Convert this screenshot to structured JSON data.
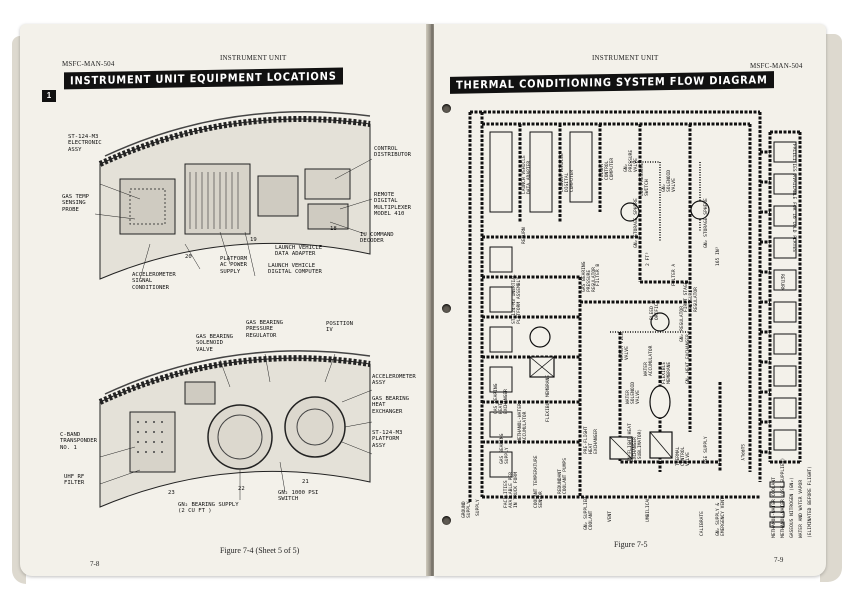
{
  "left_page": {
    "doc_id": "MSFC-MAN-504",
    "running_head": "INSTRUMENT UNIT",
    "title": "INSTRUMENT UNIT EQUIPMENT LOCATIONS",
    "sheet_marker": "1",
    "figure_caption": "Figure 7-4 (Sheet 5 of 5)",
    "page_number": "7-8",
    "upper_callouts": {
      "electronic_assy": "ST-124-M3\nELECTRONIC\nASSY",
      "gas_temp_probe": "GAS TEMP\nSENSING\nPROBE",
      "control_distributor": "CONTROL\nDISTRIBUTOR",
      "remote_multiplexer": "REMOTE\nDIGITAL\nMULTIPLEXER\nMODEL 410",
      "command_decoder": "IU COMMAND\nDECODER",
      "data_adapter": "LAUNCH VEHICLE\nDATA ADAPTER",
      "digital_computer": "LAUNCH VEHICLE\nDIGITAL COMPUTER",
      "platform_power": "PLATFORM\nAC POWER\nSUPPLY",
      "accelerometer_conditioner": "ACCELEROMETER\nSIGNAL\nCONDITIONER",
      "num_18": "18",
      "num_19": "19",
      "num_20": "20"
    },
    "lower_callouts": {
      "pressure_regulator": "GAS BEARING\nPRESSURE\nREGULATOR",
      "solenoid_valve": "GAS BEARING\nSOLENOID\nVALVE",
      "position": "POSITION\nIV",
      "accelerometer_assy": "ACCELEROMETER\nASSY",
      "heat_exchanger": "GAS BEARING\nHEAT\nEXCHANGER",
      "platform_assy": "ST-124-M3\nPLATFORM\nASSY",
      "cband_transponder": "C-BAND\nTRANSPONDER\nNO. 1",
      "uhf_filter": "UHF RF\nFILTER",
      "psi_switch": "GN₂ 1000 PSI\nSWITCH",
      "bearing_supply": "GN₂ BEARING SUPPLY\n(2 CU FT )",
      "num_21": "21",
      "num_22": "22",
      "num_23": "23"
    }
  },
  "right_page": {
    "doc_id": "MSFC-MAN-504",
    "running_head": "INSTRUMENT UNIT",
    "title": "THERMAL CONDITIONING SYSTEM FLOW DIAGRAM",
    "figure_caption": "Figure 7-5",
    "page_number": "7-9",
    "labels": {
      "lv_data_adapter": "LAUNCH VEHICLE\nDATA ADAPTER",
      "lv_digital_computer": "LAUNCH VEHICLE\nDIGITAL\nCOMPUTER",
      "flight_control_computer": "FLIGHT\nCONTROL\nCOMPUTER",
      "gn2_pressure_valve": "GN₂\nPRESSURE\nVALVE",
      "low_pressure_switch": "LOW PRESSURE\nSWITCH",
      "gn2_solenoid_valve": "GN₂\nSOLENOID\nVALVE",
      "gn2_storage_sphere_a": "GN₂ STORAGE SPHERE",
      "gn2_storage_sphere_b": "GN₂ STORAGE SPHERE",
      "cu_ft_2": "2 FT³",
      "cu_ft_165": "165 IN³",
      "filter_a": "FILTER B",
      "filter_b": "FILTER A",
      "gas_bearing_pressure_regulator": "GAS BEARING\nPRESSURE\nREGULATOR",
      "first_stage_regulator": "FIRST STAGE\nPRESSURE\nREGULATOR",
      "bleed_orifice": "BLEED &\nORIFICE",
      "st124_inertial": "ST-124-M3 INERTIAL\nPLATFORM ASSEMBLY",
      "gas_bearing_heat_exchanger": "GAS BEARING\nHEAT\nEXCHANGER",
      "gn2_regulator": "GN₂ REGULATOR",
      "water_fill_valve": "WATER FILL\nVALVE",
      "water_accumulator": "WATER\nACCUMULATOR",
      "flexible_membrane": "FLEXIBLE\nMEMBRANE",
      "gn2_heat_exchanger": "GN₂ HEAT EXCHANGER",
      "water_solenoid_valve": "WATER\nSOLENOID\nVALVE",
      "methanol_water_accumulator": "METHANOL-WATER\nACCUMULATOR",
      "methanol_flexible_membrane": "FLEXIBLE MEMBRANE",
      "preflight_heat_exchanger": "PRE-FLIGHT\nHEAT\nEXCHANGER",
      "inflight_heat_exchanger": "IN-FLIGHT HEAT\nEXCHANGER\n(SUBLIMATOR)",
      "thermal_control_valve": "THERMAL\nCONTROL\nVALVE",
      "gas_bearing_supply": "GAS BEARING\nSUPPLY",
      "redundant_pumps": "REDUNDANT\nCOOLANT PUMPS",
      "temperature_sensor": "COOLANT TEMPERATURE\nSENSOR",
      "facilities_available": "FACILITIES\nAVAILABLE PER\nIN TRUCK FORM",
      "umbilical": "UMBILICAL",
      "gn2_supplied": "GN₂ SUPPLIED\nCOOLANT",
      "gse_supply": "GSE SUPPLY",
      "return": "RETURN",
      "supply": "SUPPLY",
      "return_right": "RETURN",
      "supply_right": "SUPPLY",
      "cold_plates": "FACILITIES AVAILABLE FOR 16 COLD PLATES",
      "ground_return": "GROUND\nSUPPLY",
      "vent": "VENT",
      "gn2_supply_to_emergency": "GN₂ SUPPLY &\nEMERGENCY VENT",
      "calibrate": "CALIBRATE",
      "legend_methanol": "METHANOL-WATER COOLANT",
      "legend_gn2": "METHANOL-WATER (GSE SUPPLIED)",
      "legend_gas": "GASEOUS NITROGEN (GN₂)",
      "legend_water": "WATER AND WATER VAPOR",
      "legend_tanked": "(ELIMINATED BEFORE FLIGHT)"
    }
  }
}
